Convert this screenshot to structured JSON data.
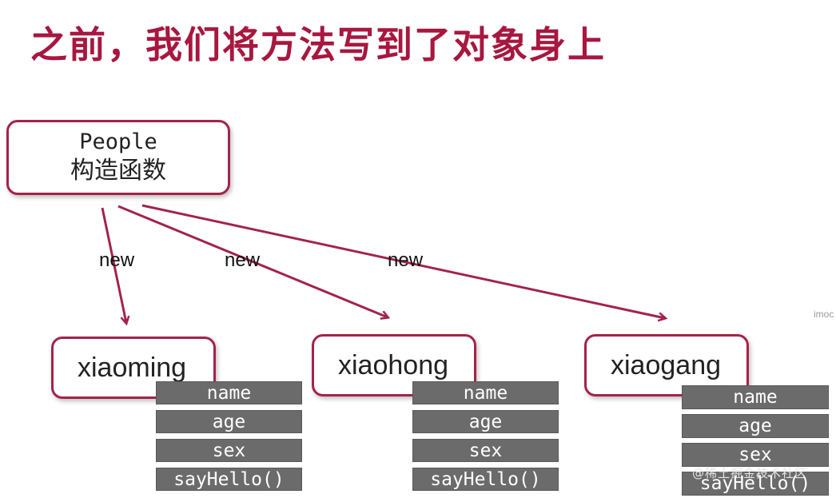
{
  "title": "之前，我们将方法写到了对象身上",
  "constructor_box": {
    "line1": "People",
    "line2": "构造函数"
  },
  "edge_label": "new",
  "instances": [
    {
      "name": "xiaoming",
      "props": [
        "name",
        "age",
        "sex",
        "sayHello()"
      ]
    },
    {
      "name": "xiaohong",
      "props": [
        "name",
        "age",
        "sex",
        "sayHello()"
      ]
    },
    {
      "name": "xiaogang",
      "props": [
        "name",
        "age",
        "sex",
        "sayHello()"
      ]
    }
  ],
  "side_text": "imoc",
  "watermark": "@稀土掘金技术社区",
  "colors": {
    "title": "#a8173f",
    "border": "#a3234a",
    "arrow": "#a3234a",
    "prop_bg": "#6b6b6b"
  }
}
